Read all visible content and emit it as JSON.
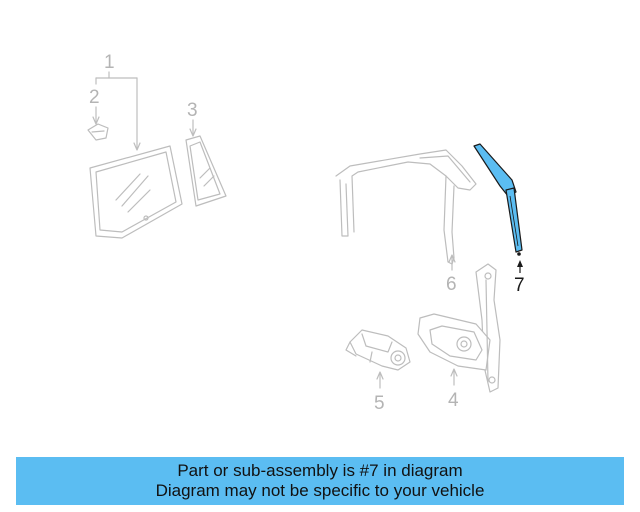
{
  "callouts": {
    "c1": "1",
    "c2": "2",
    "c3": "3",
    "c4": "4",
    "c5": "5",
    "c6": "6",
    "c7": "7"
  },
  "highlight_color": "#5bbdf2",
  "faded_color": "#bdbdbd",
  "banner": {
    "line1": "Part or sub-assembly is #7 in diagram",
    "line2": "Diagram may not be specific to your vehicle"
  }
}
